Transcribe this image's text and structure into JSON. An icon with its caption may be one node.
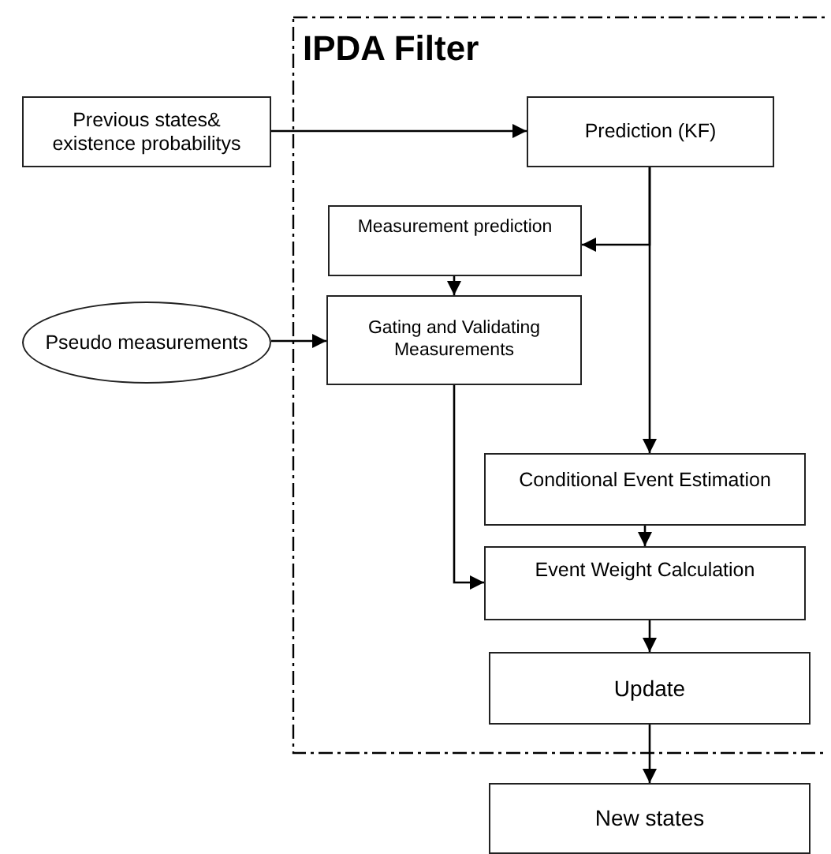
{
  "diagram": {
    "nodes": [
      {
        "text": [
          "IPDA Filter"
        ]
      },
      {
        "text": [
          "Previous states& existence probabilitys"
        ]
      },
      {
        "text": [
          "Prediction (KF)"
        ],
        "in": 0
      },
      {
        "text": [
          "Measurement  prediction"
        ],
        "in": 0
      },
      {
        "text": [
          "Pseudo measurements"
        ]
      },
      {
        "text": [
          "Gating and Validating Measurements"
        ],
        "in": 0
      },
      {
        "text": [
          "Conditional Event  Estimation"
        ],
        "in": 0
      },
      {
        "text": [
          "Event Weight Calculation"
        ],
        "in": 0
      },
      {
        "text": [
          "Update"
        ],
        "in": 0
      },
      {
        "text": [
          "New states"
        ]
      }
    ],
    "edges": [
      {
        "from": 1,
        "to": 2,
        "arrow": "to"
      },
      {
        "from": 2,
        "to": 3,
        "arrow": "to"
      },
      {
        "from": 2,
        "to": 6,
        "arrow": "to"
      },
      {
        "from": 3,
        "to": 5,
        "arrow": "to"
      },
      {
        "from": 4,
        "to": 5,
        "arrow": "to"
      },
      {
        "from": 5,
        "to": 7,
        "arrow": "to"
      },
      {
        "from": 6,
        "to": 7,
        "arrow": "to"
      },
      {
        "from": 7,
        "to": 8,
        "arrow": "to"
      },
      {
        "from": 8,
        "to": 9,
        "arrow": "to"
      }
    ]
  }
}
